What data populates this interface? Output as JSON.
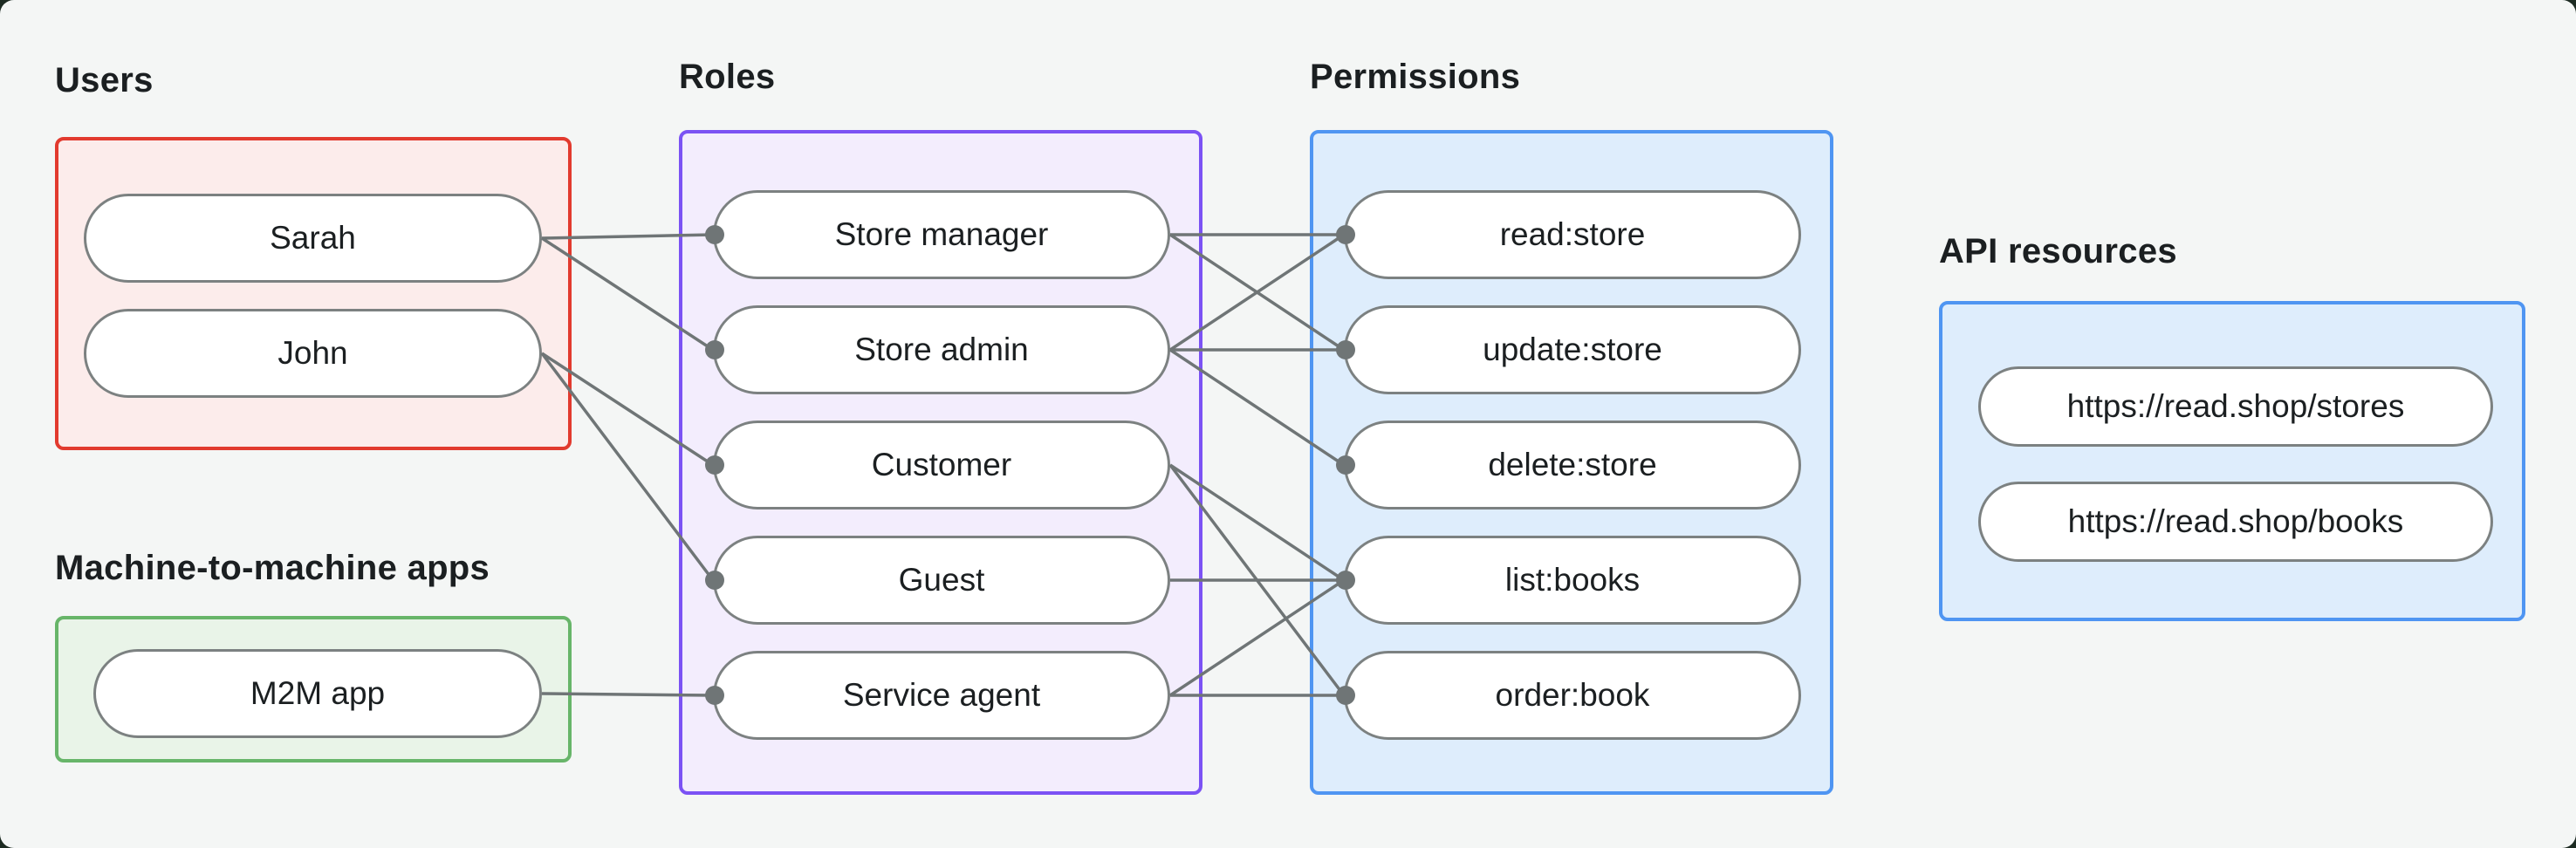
{
  "diagram": {
    "groups": [
      {
        "id": "users",
        "label": "Users",
        "border_color": "#e23a2e",
        "fill_color": "#fceceb"
      },
      {
        "id": "m2m",
        "label": "Machine-to-machine apps",
        "border_color": "#67b569",
        "fill_color": "#e9f4e8"
      },
      {
        "id": "roles",
        "label": "Roles",
        "border_color": "#7b52f4",
        "fill_color": "#f3edfd"
      },
      {
        "id": "permissions",
        "label": "Permissions",
        "border_color": "#4f95f2",
        "fill_color": "#deedfc"
      },
      {
        "id": "api",
        "label": "API resources",
        "border_color": "#4f95f2",
        "fill_color": "#deedfc"
      }
    ],
    "nodes": [
      {
        "id": "sarah",
        "group": "users",
        "label": "Sarah"
      },
      {
        "id": "john",
        "group": "users",
        "label": "John"
      },
      {
        "id": "m2m-app",
        "group": "m2m",
        "label": "M2M app"
      },
      {
        "id": "store-manager",
        "group": "roles",
        "label": "Store manager"
      },
      {
        "id": "store-admin",
        "group": "roles",
        "label": "Store admin"
      },
      {
        "id": "customer",
        "group": "roles",
        "label": "Customer"
      },
      {
        "id": "guest",
        "group": "roles",
        "label": "Guest"
      },
      {
        "id": "service-agent",
        "group": "roles",
        "label": "Service agent"
      },
      {
        "id": "read-store",
        "group": "permissions",
        "label": "read:store"
      },
      {
        "id": "update-store",
        "group": "permissions",
        "label": "update:store"
      },
      {
        "id": "delete-store",
        "group": "permissions",
        "label": "delete:store"
      },
      {
        "id": "list-books",
        "group": "permissions",
        "label": "list:books"
      },
      {
        "id": "order-book",
        "group": "permissions",
        "label": "order:book"
      },
      {
        "id": "stores",
        "group": "api",
        "label": "https://read.shop/stores"
      },
      {
        "id": "books",
        "group": "api",
        "label": "https://read.shop/books"
      }
    ],
    "edges": [
      [
        "sarah",
        "store-manager"
      ],
      [
        "sarah",
        "store-admin"
      ],
      [
        "john",
        "customer"
      ],
      [
        "john",
        "guest"
      ],
      [
        "m2m-app",
        "service-agent"
      ],
      [
        "store-manager",
        "read-store"
      ],
      [
        "store-manager",
        "update-store"
      ],
      [
        "store-admin",
        "read-store"
      ],
      [
        "store-admin",
        "update-store"
      ],
      [
        "store-admin",
        "delete-store"
      ],
      [
        "customer",
        "list-books"
      ],
      [
        "customer",
        "order-book"
      ],
      [
        "guest",
        "list-books"
      ],
      [
        "service-agent",
        "list-books"
      ],
      [
        "service-agent",
        "order-book"
      ]
    ]
  },
  "colors": {
    "page_background": "#1d2b22",
    "card_background": "#f4f6f5",
    "line": "#6f7576",
    "dot": "#6f7576",
    "pill_border": "#7c8181",
    "pill_background": "#ffffff",
    "text": "#1b1f21"
  }
}
